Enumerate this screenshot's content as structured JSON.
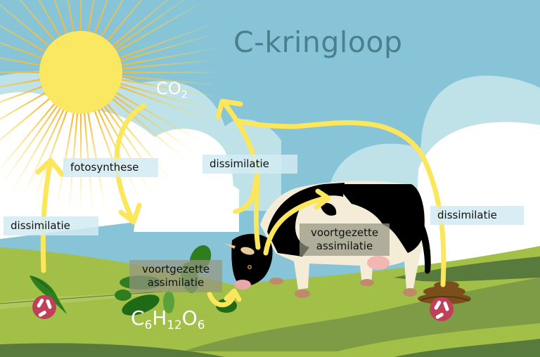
{
  "title": "C-kringloop",
  "formulas": {
    "co2": {
      "main": "CO",
      "sub": "2"
    },
    "glucose": {
      "c": "C",
      "c_sub": "6",
      "h": "H",
      "h_sub": "12",
      "o": "O",
      "o_sub": "6"
    }
  },
  "labels": {
    "fotosynthese": "fotosynthese",
    "dissimilatie_left": "dissimilatie",
    "dissimilatie_center": "dissimilatie",
    "dissimilatie_right": "dissimilatie",
    "voortgezette_assimilatie_plant_line1": "voortgezette",
    "voortgezette_assimilatie_plant_line2": "assimilatie",
    "voortgezette_assimilatie_cow_line1": "voortgezette",
    "voortgezette_assimilatie_cow_line2": "assimilatie"
  },
  "colors": {
    "sky": "#88c4d8",
    "cloud_light": "#bfe1e8",
    "cloud_white": "#ffffff",
    "sun": "#fbe862",
    "sun_rays": "#f5c842",
    "arrow": "#fbe65c",
    "grass_light": "#a2bf48",
    "grass_mid": "#7e9b45",
    "grass_dark": "#587a3c",
    "title": "#4a7f8c",
    "bacteria_badge": "#c0405a",
    "manure": "#7a4f1c"
  },
  "icons": [
    "sun-icon",
    "cow-illustration",
    "plant-icon",
    "bacteria-icon",
    "manure-icon",
    "cycle-arrow-icon"
  ]
}
